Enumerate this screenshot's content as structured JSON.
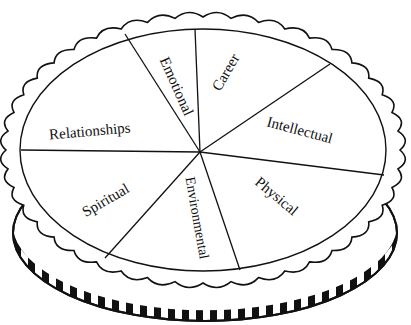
{
  "diagram": {
    "labels": [
      "Emotional",
      "Career",
      "Relationships",
      "Intellectual",
      "Physical",
      "Spiritual",
      "Environmental"
    ]
  }
}
